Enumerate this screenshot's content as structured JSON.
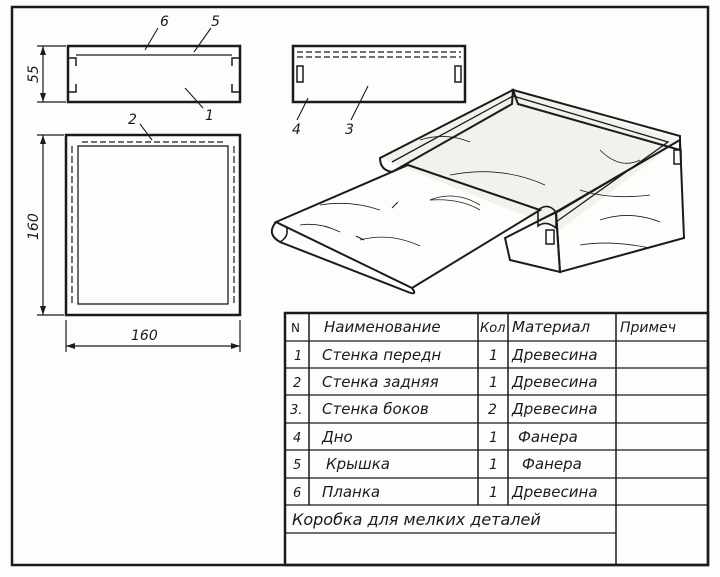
{
  "views": {
    "callouts": [
      "6",
      "5",
      "1",
      "4",
      "3",
      "2"
    ],
    "dimensions": {
      "height": "55",
      "depth": "160",
      "width": "160"
    }
  },
  "spec_table": {
    "headers": [
      "N",
      "Наименование",
      "Кол",
      "Материал",
      "Примеч"
    ],
    "rows": [
      {
        "n": "1",
        "name": "Стенка передн",
        "qty": "1",
        "material": "Древесина"
      },
      {
        "n": "2",
        "name": "Стенка задняя",
        "qty": "1",
        "material": "Древесина"
      },
      {
        "n": "3.",
        "name": "Стенка боков",
        "qty": "2",
        "material": "Древесина"
      },
      {
        "n": "4",
        "name": "Дно",
        "qty": "1",
        "material": "Фанера"
      },
      {
        "n": "5",
        "name": "Крышка",
        "qty": "1",
        "material": "Фанера"
      },
      {
        "n": "6",
        "name": "Планка",
        "qty": "1",
        "material": "Древесина"
      }
    ],
    "title": "Коробка для мелких деталей"
  }
}
